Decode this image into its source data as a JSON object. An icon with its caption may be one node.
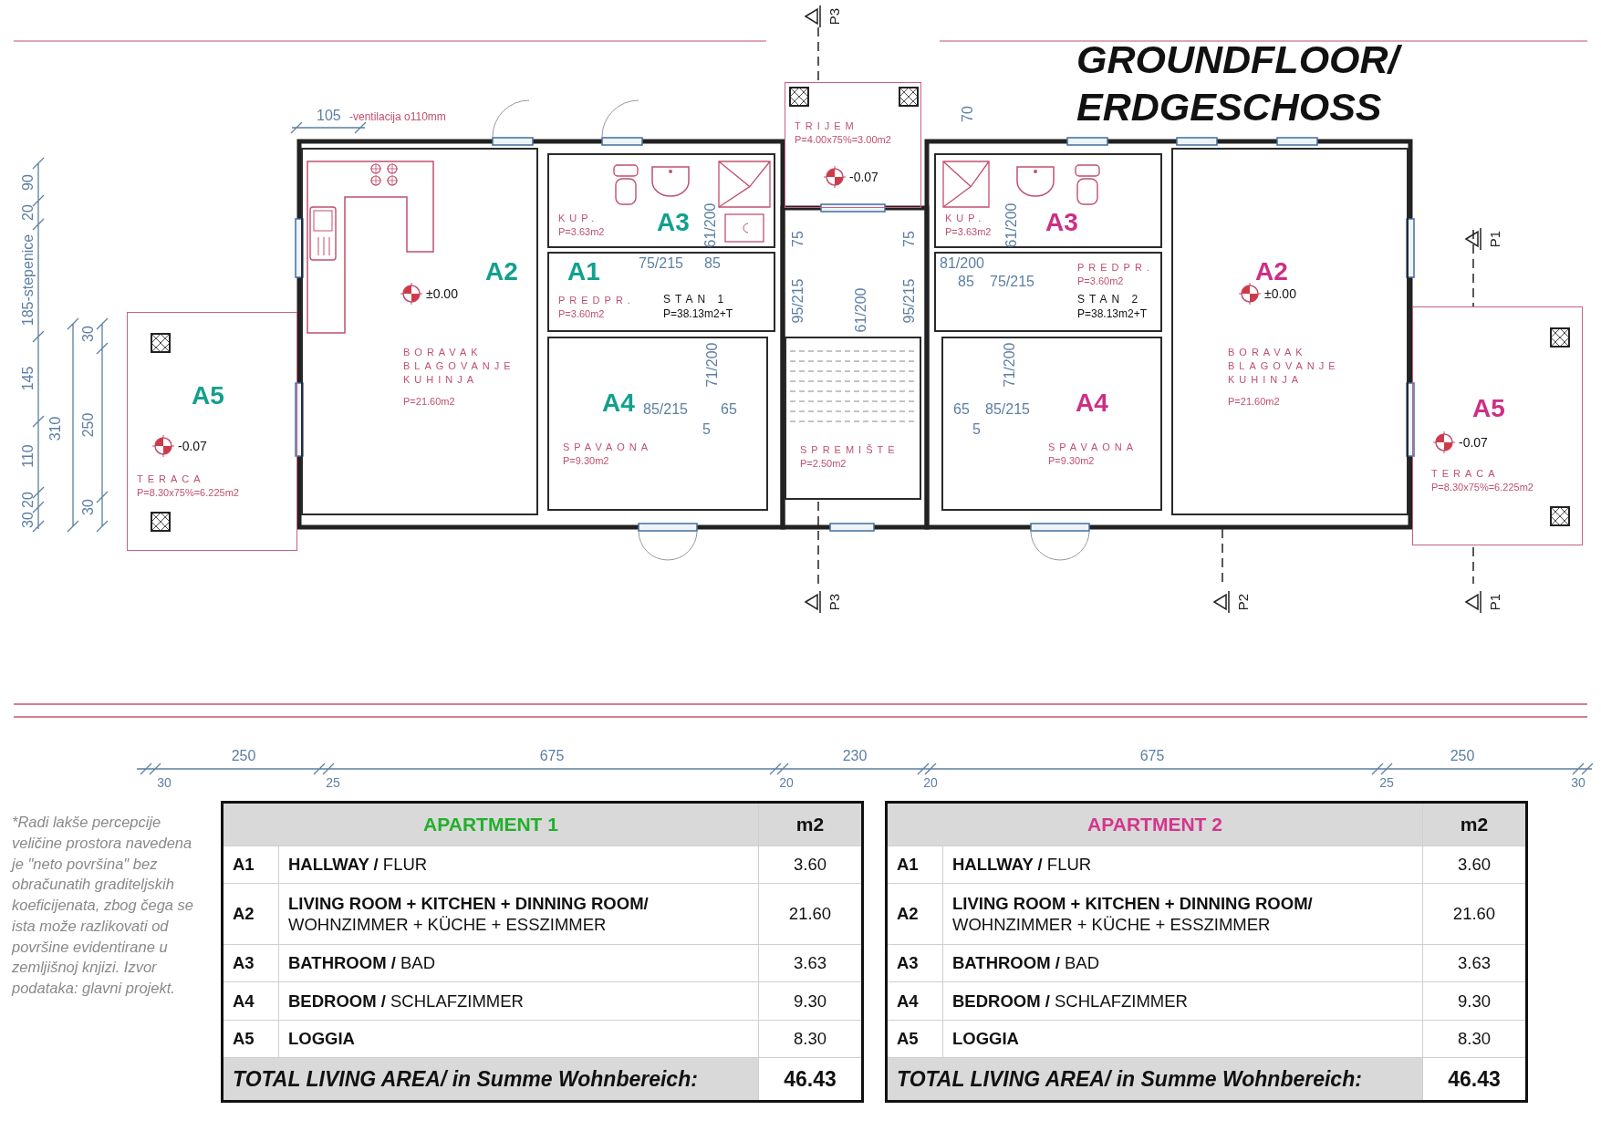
{
  "diagram": {
    "title": "GROUNDFLOOR/ ERDGESCHOSS",
    "nodes": [
      {
        "text": [
          "A2",
          "±0.00",
          "BORAVAK BLAGOVANJE KUHINJA",
          "P=21.60m2"
        ]
      },
      {
        "text": [
          "KUP.",
          "P=3.63m2",
          "A3"
        ]
      },
      {
        "text": [
          "A1",
          "PREDPR.",
          "P=3.60m2",
          "STAN 1",
          "P=38.13m2+T"
        ]
      },
      {
        "text": [
          "A4",
          "SPAVAONA",
          "P=9.30m2"
        ]
      },
      {
        "text": [
          "A5",
          "-0.07",
          "TERACA",
          "P=8.30x75%=6.225m2"
        ]
      },
      {
        "text": [
          "TRIJEM",
          "P=4.00x75%=3.00m2",
          "-0.07"
        ]
      },
      {
        "text": [
          "SPREMIŠTE",
          "P=2.50m2"
        ]
      },
      {
        "text": [
          "KUP.",
          "P=3.63m2",
          "A3"
        ]
      },
      {
        "text": [
          "A2",
          "±0.00",
          "BORAVAK BLAGOVANJE KUHINJA",
          "P=21.60m2"
        ]
      },
      {
        "text": [
          "PREDPR.",
          "P=3.60m2",
          "STAN 2",
          "P=38.13m2+T"
        ]
      },
      {
        "text": [
          "A4",
          "SPAVAONA",
          "P=9.30m2"
        ]
      },
      {
        "text": [
          "A5",
          "-0.07",
          "TERACA",
          "P=8.30x75%=6.225m2"
        ]
      }
    ],
    "labels": [
      "105",
      "-ventilacija o110mm",
      "90",
      "20",
      "185-stepenice",
      "145",
      "110",
      "20",
      "30",
      "30",
      "310",
      "250",
      "30",
      "P3",
      "70",
      "75/215",
      "85",
      "61/200",
      "75",
      "75",
      "95/215",
      "61/200",
      "95/215",
      "81/200",
      "85",
      "75/215",
      "61/200",
      "P1",
      "71/200",
      "85/215",
      "65",
      "5",
      "71/200",
      "65",
      "85/215",
      "5",
      "P3",
      "P2",
      "P1",
      "30",
      "250",
      "25",
      "675",
      "20",
      "230",
      "20",
      "675",
      "25",
      "250",
      "30",
      "*Radi lakše percepcije veličine prostora navedena je \"neto površina\" bez obračunatih graditeljskih koeficijenata, zbog čega se ista može razlikovati od površine evidentirane u zemljišnoj knjizi. Izvor podataka: glavni projekt.",
      "APARTMENT 1",
      "m2",
      "A1",
      "**HALLWAY /** FLUR",
      "3.60",
      "A2",
      "**LIVING ROOM + KITCHEN + DINNING ROOM/** WOHNZIMMER + KÜCHE + ESSZIMMER",
      "21.60",
      "A3",
      "**BATHROOM /** BAD",
      "3.63",
      "A4",
      "**BEDROOM /** SCHLAFZIMMER",
      "9.30",
      "A5",
      "**LOGGIA**",
      "8.30",
      "TOTAL LIVING AREA/ in Summe Wohnbereich:",
      "46.43",
      "APARTMENT 2",
      "m2",
      "A1",
      "**HALLWAY /** FLUR",
      "3.60",
      "A2",
      "**LIVING ROOM + KITCHEN + DINNING ROOM/** WOHNZIMMER + KÜCHE + ESSZIMMER",
      "21.60",
      "A3",
      "**BATHROOM /** BAD",
      "3.63",
      "A4",
      "**BEDROOM /** SCHLAFZIMMER",
      "9.30",
      "A5",
      "**LOGGIA**",
      "8.30",
      "TOTAL LIVING AREA/ in Summe Wohnbereich:",
      "46.43"
    ]
  }
}
